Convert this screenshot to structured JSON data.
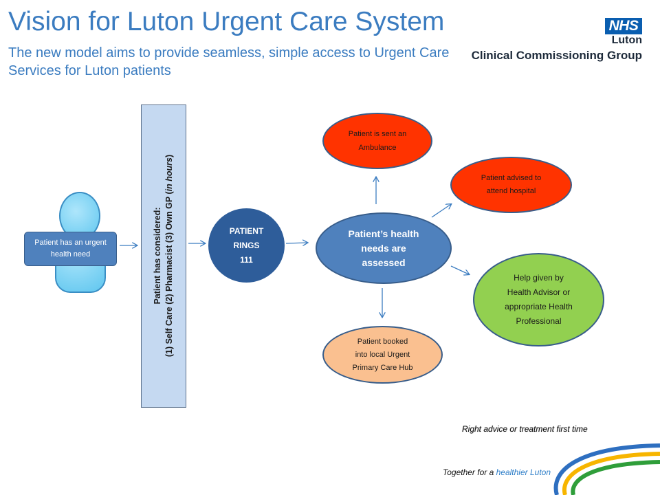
{
  "header": {
    "title": "Vision for Luton Urgent Care System",
    "subtitle": "The new model aims to provide seamless, simple access to Urgent Care Services for Luton patients"
  },
  "logo": {
    "nhs": "NHS",
    "locality": "Luton",
    "organisation": "Clinical Commissioning Group"
  },
  "diagram": {
    "patient_need": "Patient has an urgent health need",
    "considered": {
      "line1": "Patient has considered:",
      "line2_prefix": "(1) Self Care (2) Pharmacist (3) Own GP (",
      "line2_italic": "in hours",
      "line2_suffix": ")"
    },
    "rings": {
      "line1": "PATIENT",
      "line2": "RINGS",
      "line3": "111"
    },
    "assessed": {
      "line1": "Patient’s health",
      "line2": "needs are",
      "line3": "assessed"
    },
    "ambulance": {
      "line1": "Patient is sent an",
      "line2": "Ambulance"
    },
    "hospital": {
      "line1": "Patient advised to",
      "line2": "attend hospital"
    },
    "help": {
      "line1": "Help given by",
      "line2": "Health Advisor or",
      "line3": "appropriate Health",
      "line4": "Professional"
    },
    "hub": {
      "line1": "Patient booked",
      "line2": "into local Urgent",
      "line3": "Primary Care Hub"
    },
    "colors": {
      "title": "#3b7cc0",
      "node_blue": "#4f81bd",
      "node_dark_blue": "#2e5d9a",
      "emergency_red": "#ff3300",
      "help_green": "#92d050",
      "hub_peach": "#fac090",
      "bar_light_blue": "#c5d9f1"
    }
  },
  "footer": {
    "tagline": "Right advice or treatment first time",
    "slogan_prefix": "Together for a ",
    "slogan_highlight": "healthier Luton"
  }
}
